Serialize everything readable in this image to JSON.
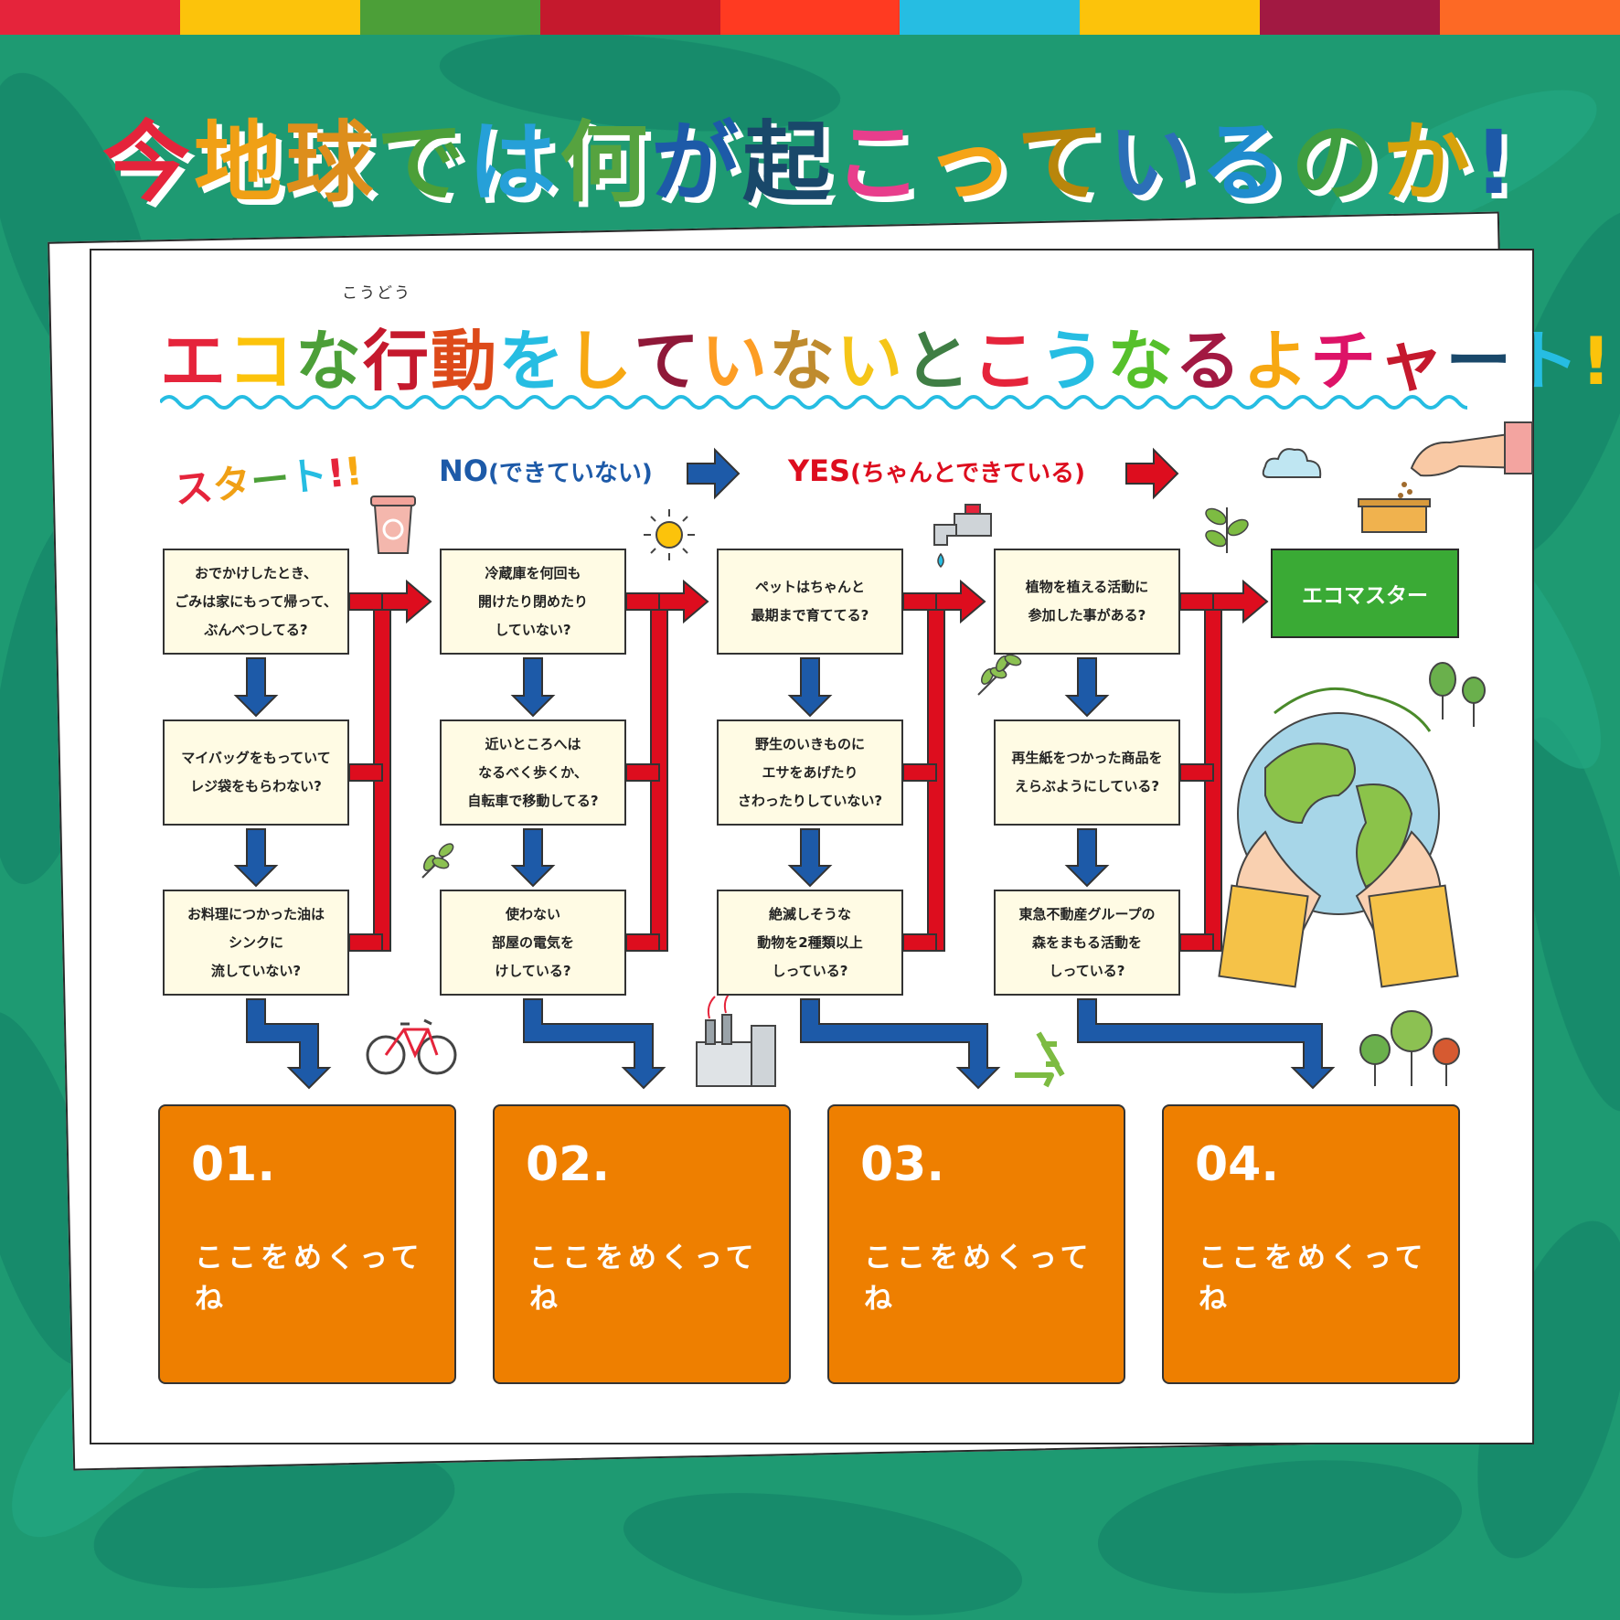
{
  "colors": {
    "bar": [
      "#e5243b",
      "#fcc30b",
      "#4c9f38",
      "#c5192d",
      "#ff3a21",
      "#26bde2",
      "#fcc30b",
      "#a21942",
      "#fd6925"
    ],
    "accent_red": "#dd0d1e",
    "accent_blue": "#1d5aa8",
    "box_bg": "#fffbe4",
    "result_bg": "#ee7f00",
    "master_bg": "#3aaa35",
    "background": "#1e9a72"
  },
  "header": {
    "title_chars": [
      {
        "c": "今",
        "color": "#e5243b"
      },
      {
        "c": "地",
        "color": "#f0a015"
      },
      {
        "c": "球",
        "color": "#dd8e1c"
      },
      {
        "c": "で",
        "color": "#4c9f38"
      },
      {
        "c": "は",
        "color": "#26a0d8"
      },
      {
        "c": "何",
        "color": "#56a33f"
      },
      {
        "c": "が",
        "color": "#1d5aa8"
      },
      {
        "c": "起",
        "color": "#19486a"
      },
      {
        "c": "こ",
        "color": "#e83e8c"
      },
      {
        "c": "っ",
        "color": "#f5a418"
      },
      {
        "c": "て",
        "color": "#b8860b"
      },
      {
        "c": "い",
        "color": "#2c6fb7"
      },
      {
        "c": "る",
        "color": "#1f8cce"
      },
      {
        "c": "の",
        "color": "#3f9e3f"
      },
      {
        "c": "か",
        "color": "#d6a20c"
      },
      {
        "c": "!",
        "color": "#1d5aa8"
      }
    ]
  },
  "chart": {
    "title_ruby": "こうどう",
    "title_chars": [
      {
        "c": "エ",
        "color": "#e5243b"
      },
      {
        "c": "コ",
        "color": "#fcc30b"
      },
      {
        "c": "な",
        "color": "#4c9f38"
      },
      {
        "c": "行",
        "color": "#c5192d"
      },
      {
        "c": "動",
        "color": "#dd4a1a"
      },
      {
        "c": "を",
        "color": "#26bde2"
      },
      {
        "c": "し",
        "color": "#f7a812"
      },
      {
        "c": "て",
        "color": "#8f1838"
      },
      {
        "c": "い",
        "color": "#fd9d24"
      },
      {
        "c": "な",
        "color": "#bf8b2e"
      },
      {
        "c": "い",
        "color": "#f5c518"
      },
      {
        "c": "と",
        "color": "#3f7e44"
      },
      {
        "c": "こ",
        "color": "#e5243b"
      },
      {
        "c": "う",
        "color": "#26bde2"
      },
      {
        "c": "な",
        "color": "#56c02b"
      },
      {
        "c": "る",
        "color": "#a21942"
      },
      {
        "c": "よ",
        "color": "#f7a812"
      },
      {
        "c": "チ",
        "color": "#dd1367"
      },
      {
        "c": "ャ",
        "color": "#c5192d"
      },
      {
        "c": "ー",
        "color": "#19486a"
      },
      {
        "c": "ト",
        "color": "#26bde2"
      },
      {
        "c": "!",
        "color": "#fcc30b"
      }
    ],
    "start_chars": [
      {
        "c": "ス",
        "color": "#e5243b"
      },
      {
        "c": "タ",
        "color": "#f0a015"
      },
      {
        "c": "ー",
        "color": "#4c9f38"
      },
      {
        "c": "ト",
        "color": "#26bde2"
      },
      {
        "c": "!",
        "color": "#e5243b"
      },
      {
        "c": "!",
        "color": "#f7a812"
      }
    ],
    "legend_no": "NO",
    "legend_no_sub": "(できていない)",
    "legend_yes": "YES",
    "legend_yes_sub": "(ちゃんとできている)",
    "questions": [
      {
        "lines": [
          "おでかけしたとき、",
          "ごみは家にもって帰って、",
          "ぶんべつしてる?"
        ]
      },
      {
        "lines": [
          "マイバッグをもっていて",
          "レジ袋をもらわない?"
        ]
      },
      {
        "lines": [
          "お料理につかった油は",
          "シンクに",
          "流していない?"
        ]
      },
      {
        "lines": [
          "冷蔵庫を何回も",
          "開けたり閉めたり",
          "していない?"
        ]
      },
      {
        "lines": [
          "近いところへは",
          "なるべく歩くか、",
          "自転車で移動してる?"
        ]
      },
      {
        "lines": [
          "使わない",
          "部屋の電気を",
          "けしている?"
        ]
      },
      {
        "lines": [
          "ペットはちゃんと",
          "最期まで育ててる?"
        ]
      },
      {
        "lines": [
          "野生のいきものに",
          "エサをあげたり",
          "さわったりしていない?"
        ]
      },
      {
        "lines": [
          "絶滅しそうな",
          "動物を2種類以上",
          "しっている?"
        ]
      },
      {
        "lines": [
          "植物を植える活動に",
          "参加した事がある?"
        ]
      },
      {
        "lines": [
          "再生紙をつかった商品を",
          "えらぶようにしている?"
        ]
      },
      {
        "lines": [
          "東急不動産グループの",
          "森をまもる活動を",
          "しっている?"
        ]
      }
    ],
    "goal": "エコマスター",
    "results": [
      {
        "number": "01.",
        "text": "ここをめくってね"
      },
      {
        "number": "02.",
        "text": "ここをめくってね"
      },
      {
        "number": "03.",
        "text": "ここをめくってね"
      },
      {
        "number": "04.",
        "text": "ここをめくってね"
      }
    ],
    "icons": [
      "trash-can-icon",
      "sun-icon",
      "faucet-icon",
      "leaf-sprig-icon",
      "cloud-icon",
      "planting-hand-icon",
      "trees-icon",
      "earth-in-hands-icon",
      "bicycle-icon",
      "factory-icon",
      "recycle-icon",
      "tree-group-icon"
    ]
  }
}
